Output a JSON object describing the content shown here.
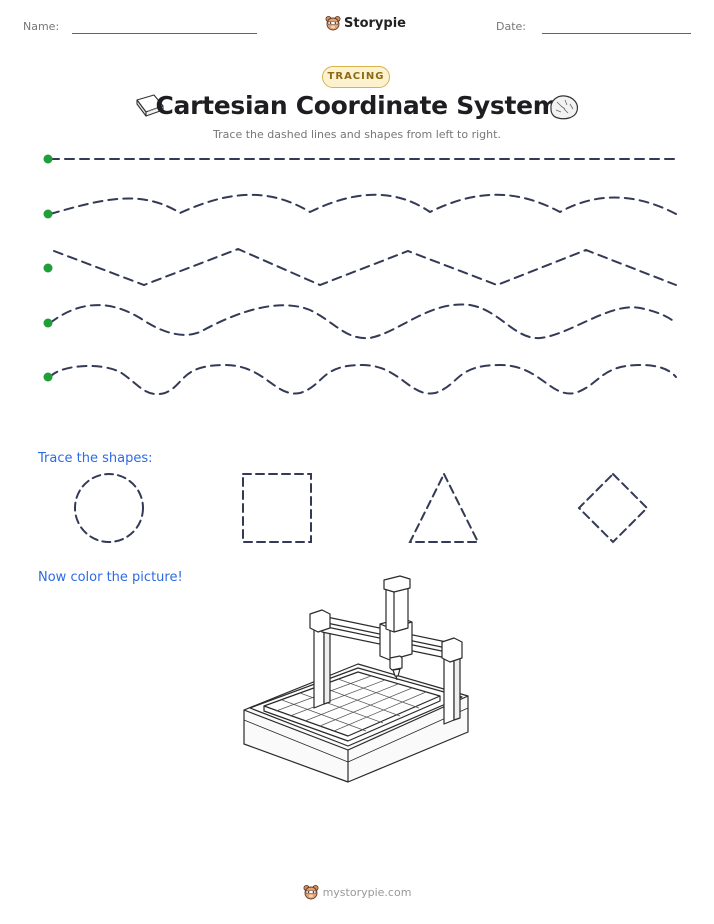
{
  "header": {
    "name_label": "Name:",
    "date_label": "Date:",
    "brand": "Storypie",
    "brand_icon": "bear-mascot-icon"
  },
  "badge": "TRACING",
  "title": "Cartesian Coordinate System",
  "title_icons": [
    "book-icon",
    "rock-icon"
  ],
  "subtitle": "Trace the dashed lines and shapes from left to right.",
  "tracing_lines": [
    {
      "style": "straight"
    },
    {
      "style": "gentle-wave"
    },
    {
      "style": "zigzag"
    },
    {
      "style": "wave"
    },
    {
      "style": "bumpy-wave"
    }
  ],
  "start_dot_color": "#1f9e3a",
  "line_color": "#343a55",
  "accent_color": "#2d6be4",
  "shapes_label": "Trace the shapes:",
  "shapes": [
    "circle",
    "square",
    "triangle",
    "diamond"
  ],
  "color_label": "Now color the picture!",
  "picture": "cnc-plotter-machine",
  "footer": {
    "site": "mystorypie.com",
    "icon": "bear-mascot-icon"
  }
}
